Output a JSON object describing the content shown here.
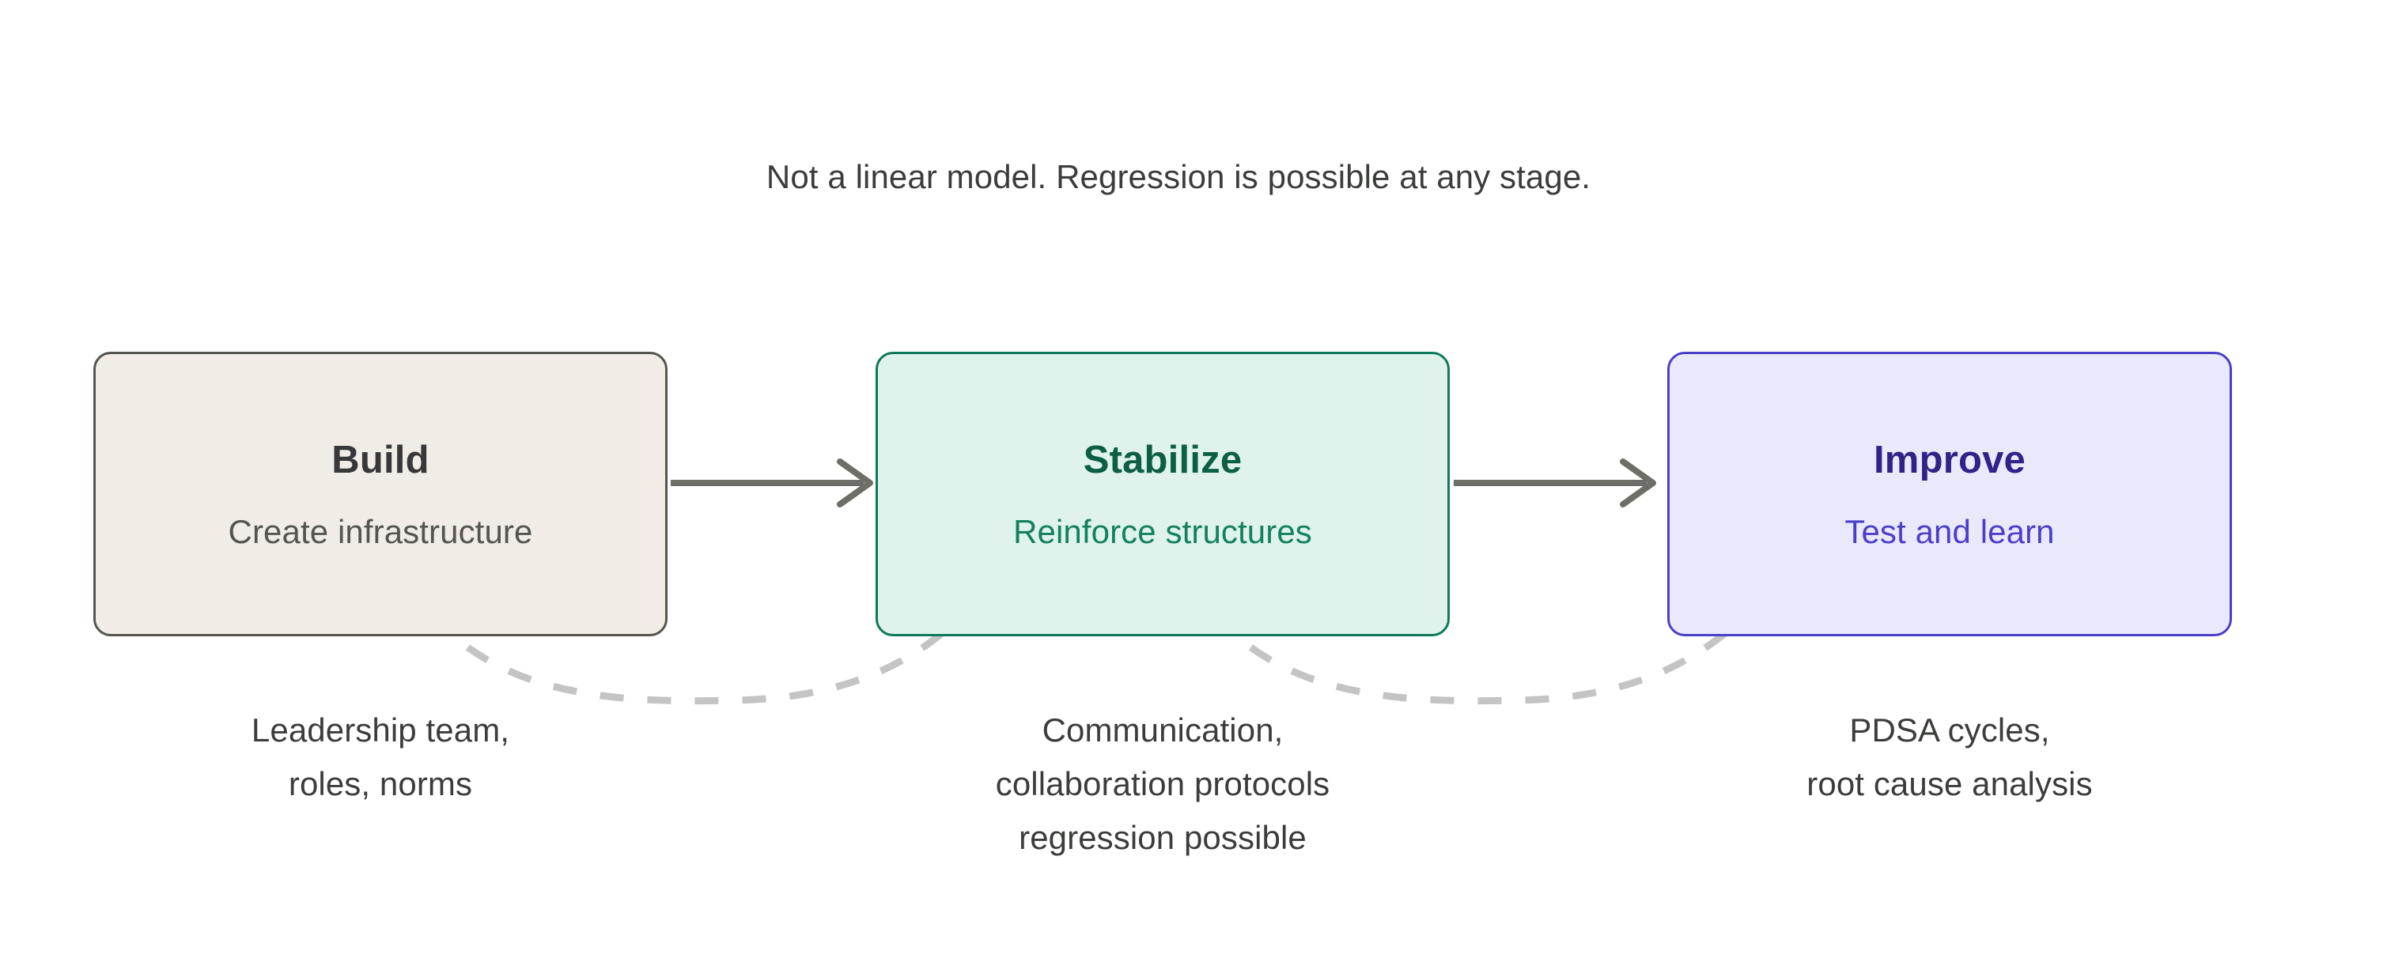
{
  "diagram": {
    "note": "Not a linear model. Regression is possible at any stage.",
    "background_color": "#ffffff",
    "stages": [
      {
        "id": "build",
        "title": "Build",
        "subtitle": "Create infrastructure",
        "caption": "Leadership team,\nroles, norms",
        "fill_color": "#f1ede6",
        "border_color": "#55554f",
        "title_color": "#38383a",
        "subtitle_color": "#55554f"
      },
      {
        "id": "stabilize",
        "title": "Stabilize",
        "subtitle": "Reinforce structures",
        "caption": "Communication,\ncollaboration protocols\nregression possible",
        "fill_color": "#e0f2ec",
        "border_color": "#0e7a5b",
        "title_color": "#0c5f45",
        "subtitle_color": "#12815f"
      },
      {
        "id": "improve",
        "title": "Improve",
        "subtitle": "Test and learn",
        "caption": "PDSA cycles,\nroot cause analysis",
        "fill_color": "#eae9fb",
        "border_color": "#4b3fc9",
        "title_color": "#2f2388",
        "subtitle_color": "#4b3fc9"
      }
    ],
    "connectors": {
      "forward_arrow_color": "#6e6e68",
      "regression_curve_color": "#c4c4c4",
      "regression_curve_style": "dashed"
    }
  }
}
